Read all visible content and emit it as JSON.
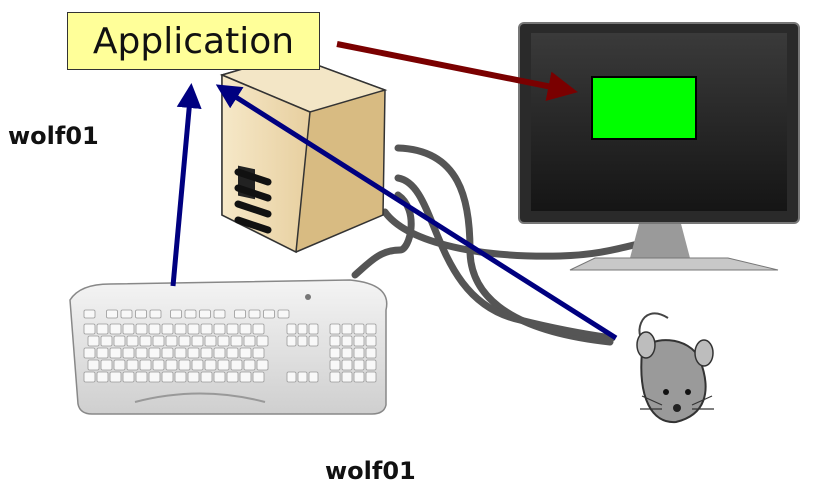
{
  "application_label": "Application",
  "host_label_left": "wolf01",
  "host_label_bottom": "wolf01",
  "colors": {
    "application_box": "#ffff99",
    "output_arrow": "#7a0000",
    "input_arrows": "#000080",
    "screen_window": "#00ff00",
    "cables": "#555555"
  },
  "icons": [
    "computer-tower-icon",
    "monitor-icon",
    "keyboard-icon",
    "mouse-icon"
  ]
}
